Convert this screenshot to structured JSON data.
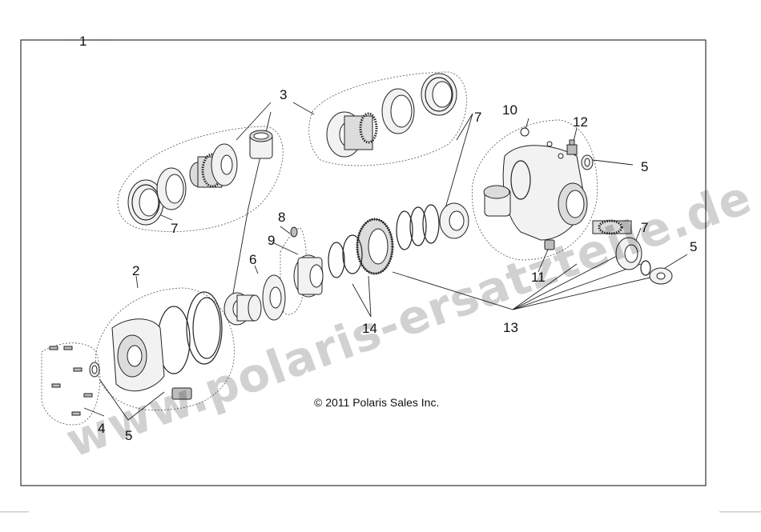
{
  "diagram": {
    "copyright": "© 2011 Polaris Sales Inc.",
    "watermark": "www.polaris-ersatzteile.de",
    "callouts": [
      {
        "id": "c1",
        "label": "1"
      },
      {
        "id": "c2",
        "label": "2"
      },
      {
        "id": "c3",
        "label": "3"
      },
      {
        "id": "c4",
        "label": "4"
      },
      {
        "id": "c5a",
        "label": "5"
      },
      {
        "id": "c5b",
        "label": "5"
      },
      {
        "id": "c5c",
        "label": "5"
      },
      {
        "id": "c6",
        "label": "6"
      },
      {
        "id": "c7a",
        "label": "7"
      },
      {
        "id": "c7b",
        "label": "7"
      },
      {
        "id": "c7c",
        "label": "7"
      },
      {
        "id": "c8",
        "label": "8"
      },
      {
        "id": "c9",
        "label": "9"
      },
      {
        "id": "c10",
        "label": "10"
      },
      {
        "id": "c11",
        "label": "11"
      },
      {
        "id": "c12",
        "label": "12"
      },
      {
        "id": "c13",
        "label": "13"
      },
      {
        "id": "c14",
        "label": "14"
      }
    ]
  }
}
